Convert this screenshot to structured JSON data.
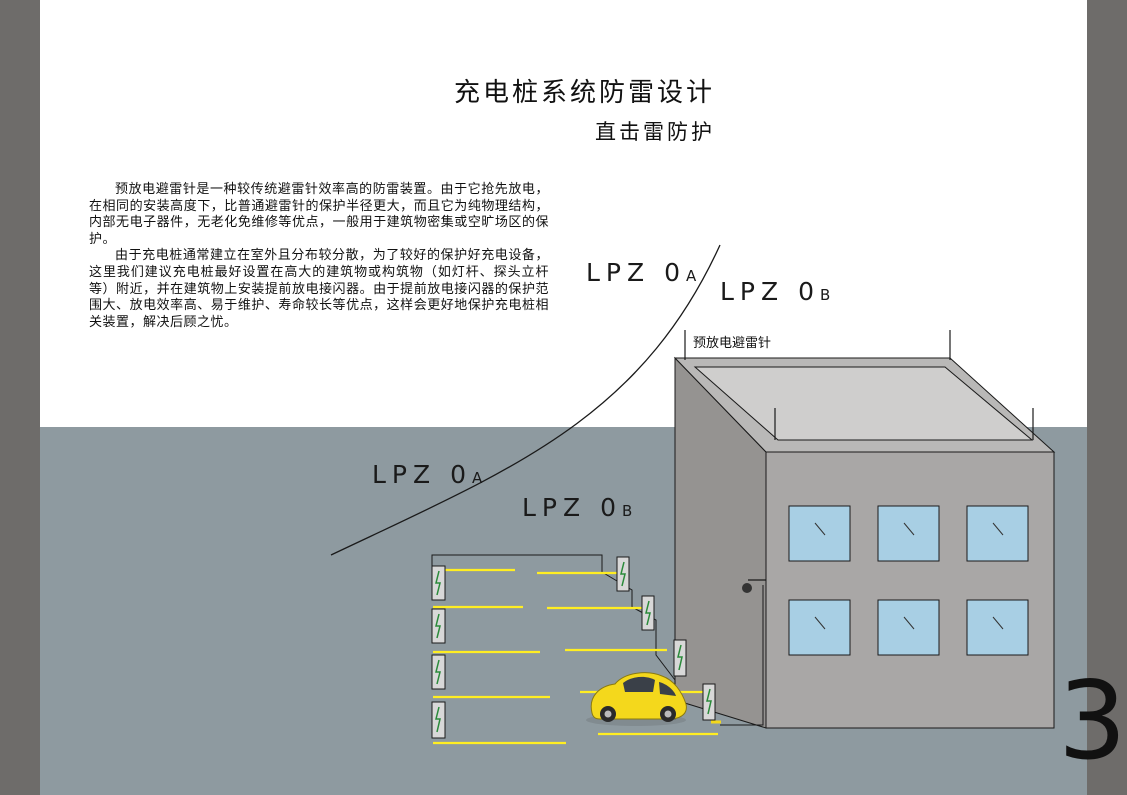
{
  "title": "充电桩系统防雷设计",
  "subtitle": "直击雷防护",
  "paragraphs": [
    "预放电避雷针是一种较传统避雷针效率高的防雷装置。由于它抢先放电，在相同的安装高度下，比普通避雷针的保护半径更大，而且它为纯物理结构，内部无电子器件，无老化免维修等优点，一般用于建筑物密集或空旷场区的保护。",
    "由于充电桩通常建立在室外且分布较分散，为了较好的保护好充电设备，这里我们建议充电桩最好设置在高大的建筑物或构筑物（如灯杆、探头立杆等）附近，并在建筑物上安装提前放电接闪器。由于提前放电接闪器的保护范围大、放电效率高、易于维护、寿命较长等优点，这样会更好地保护充电桩相关装置，解决后顾之忧。"
  ],
  "zones": {
    "upper_a": {
      "main": "LPZ 0",
      "sub": "A"
    },
    "upper_b": {
      "main": "LPZ 0",
      "sub": "B"
    },
    "lower_a": {
      "main": "LPZ 0",
      "sub": "A"
    },
    "lower_b": {
      "main": "LPZ 0",
      "sub": "B"
    }
  },
  "device_label": "预放电避雷针",
  "page_number": "3",
  "colors": {
    "frame": "#6e6c6a",
    "ground": "#8e9aa0",
    "building_front": "#a9a7a6",
    "building_side": "#959391",
    "roof": "#c9c8c7",
    "window": "#a8cfe4",
    "parking_line": "#ffee22",
    "car": "#f4d81c"
  }
}
